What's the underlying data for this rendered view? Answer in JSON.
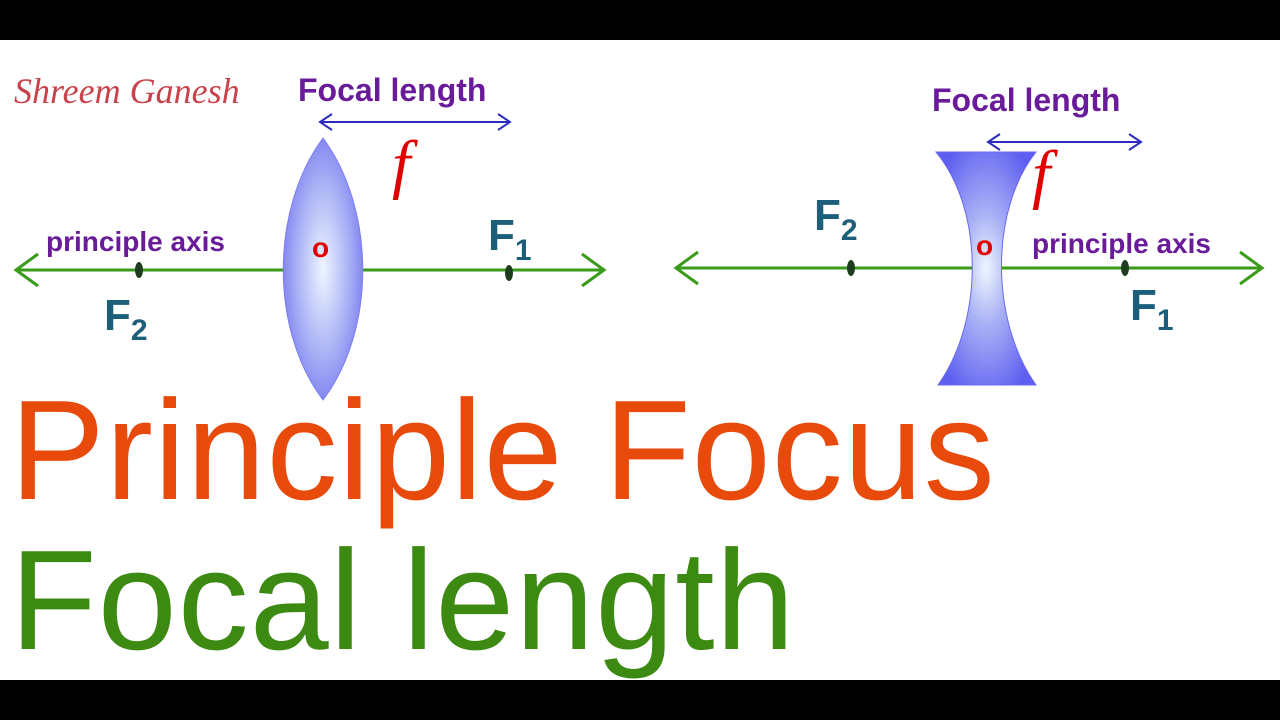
{
  "brand": "Shreem Ganesh",
  "convex": {
    "focal_label": "Focal length",
    "f_symbol": "f",
    "axis_label": "principle axis",
    "center": "o",
    "f1": {
      "letter": "F",
      "sub": "1"
    },
    "f2": {
      "letter": "F",
      "sub": "2"
    }
  },
  "concave": {
    "focal_label": "Focal length",
    "f_symbol": "f",
    "axis_label": "principle axis",
    "center": "o",
    "f1": {
      "letter": "F",
      "sub": "1"
    },
    "f2": {
      "letter": "F",
      "sub": "2"
    }
  },
  "title_line1": "Principle Focus",
  "title_line2": "Focal length",
  "colors": {
    "axis": "#3a9a1a",
    "arrow": "#2b2bbd",
    "lens": "#6f6ff0",
    "title1": "#e84a0c",
    "title2": "#3c8a12",
    "label": "#6a1b9a",
    "focus": "#1d5f7a",
    "red": "#e00000"
  }
}
